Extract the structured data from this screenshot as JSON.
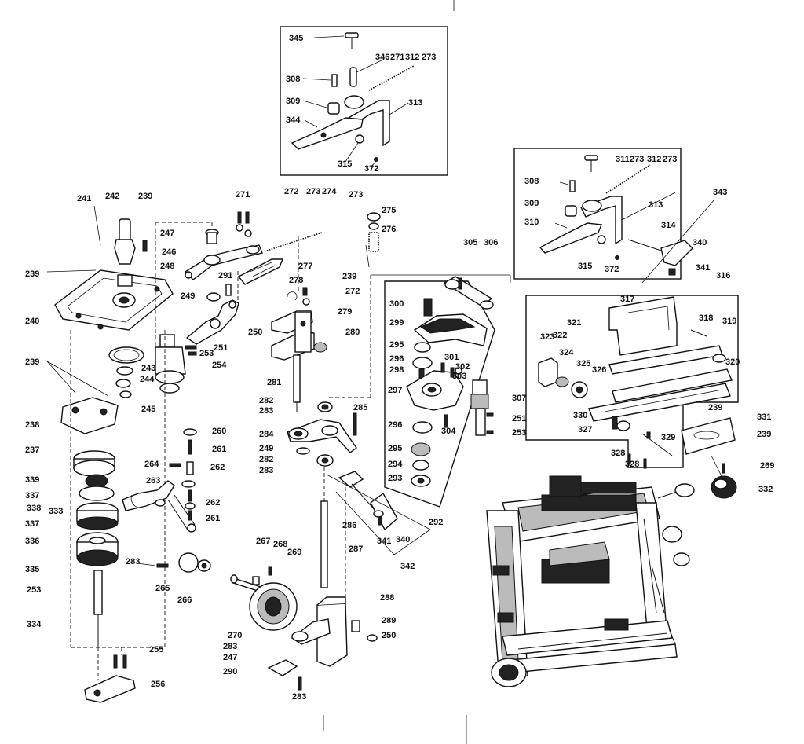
{
  "labels": [
    {
      "id": "l345a",
      "text": "345"
    },
    {
      "id": "l346a",
      "text": "346"
    },
    {
      "id": "l271a",
      "text": "271"
    },
    {
      "id": "l312a",
      "text": "312"
    },
    {
      "id": "l273a",
      "text": "273"
    },
    {
      "id": "l308a",
      "text": "308"
    },
    {
      "id": "l309a",
      "text": "309"
    },
    {
      "id": "l313a",
      "text": "313"
    },
    {
      "id": "l344a",
      "text": "344"
    },
    {
      "id": "l315a",
      "text": "315"
    },
    {
      "id": "l372a",
      "text": "372"
    },
    {
      "id": "l241",
      "text": "241"
    },
    {
      "id": "l242",
      "text": "242"
    },
    {
      "id": "l239a",
      "text": "239"
    },
    {
      "id": "l271b",
      "text": "271"
    },
    {
      "id": "l272a",
      "text": "272"
    },
    {
      "id": "l273b",
      "text": "273"
    },
    {
      "id": "l274",
      "text": "274"
    },
    {
      "id": "l273c",
      "text": "273"
    },
    {
      "id": "l275",
      "text": "275"
    },
    {
      "id": "l276",
      "text": "276"
    },
    {
      "id": "l247a",
      "text": "247"
    },
    {
      "id": "l246",
      "text": "246"
    },
    {
      "id": "l248",
      "text": "248"
    },
    {
      "id": "l277",
      "text": "277"
    },
    {
      "id": "l239b",
      "text": "239"
    },
    {
      "id": "l240",
      "text": "240"
    },
    {
      "id": "l291",
      "text": "291"
    },
    {
      "id": "l278",
      "text": "278"
    },
    {
      "id": "l239c",
      "text": "239"
    },
    {
      "id": "l272b",
      "text": "272"
    },
    {
      "id": "l249a",
      "text": "249"
    },
    {
      "id": "l279",
      "text": "279"
    },
    {
      "id": "l250a",
      "text": "250"
    },
    {
      "id": "l280",
      "text": "280"
    },
    {
      "id": "l251a",
      "text": "251"
    },
    {
      "id": "l253a",
      "text": "253"
    },
    {
      "id": "l254",
      "text": "254"
    },
    {
      "id": "l243",
      "text": "243"
    },
    {
      "id": "l244",
      "text": "244"
    },
    {
      "id": "l245",
      "text": "245"
    },
    {
      "id": "l239d",
      "text": "239"
    },
    {
      "id": "l238",
      "text": "238"
    },
    {
      "id": "l237",
      "text": "237"
    },
    {
      "id": "l339",
      "text": "339"
    },
    {
      "id": "l337a",
      "text": "337"
    },
    {
      "id": "l338",
      "text": "338"
    },
    {
      "id": "l333",
      "text": "333"
    },
    {
      "id": "l337b",
      "text": "337"
    },
    {
      "id": "l336",
      "text": "336"
    },
    {
      "id": "l335",
      "text": "335"
    },
    {
      "id": "l253b",
      "text": "253"
    },
    {
      "id": "l283a",
      "text": "283"
    },
    {
      "id": "l334",
      "text": "334"
    },
    {
      "id": "l255",
      "text": "255"
    },
    {
      "id": "l256",
      "text": "256"
    },
    {
      "id": "l260",
      "text": "260"
    },
    {
      "id": "l261a",
      "text": "261"
    },
    {
      "id": "l262a",
      "text": "262"
    },
    {
      "id": "l264",
      "text": "264"
    },
    {
      "id": "l263",
      "text": "263"
    },
    {
      "id": "l262b",
      "text": "262"
    },
    {
      "id": "l261b",
      "text": "261"
    },
    {
      "id": "l265",
      "text": "265"
    },
    {
      "id": "l266",
      "text": "266"
    },
    {
      "id": "l267",
      "text": "267"
    },
    {
      "id": "l268",
      "text": "268"
    },
    {
      "id": "l269a",
      "text": "269"
    },
    {
      "id": "l270",
      "text": "270"
    },
    {
      "id": "l281",
      "text": "281"
    },
    {
      "id": "l282a",
      "text": "282"
    },
    {
      "id": "l283b",
      "text": "283"
    },
    {
      "id": "l285",
      "text": "285"
    },
    {
      "id": "l284",
      "text": "284"
    },
    {
      "id": "l249b",
      "text": "249"
    },
    {
      "id": "l282b",
      "text": "282"
    },
    {
      "id": "l283c",
      "text": "283"
    },
    {
      "id": "l286",
      "text": "286"
    },
    {
      "id": "l341a",
      "text": "341"
    },
    {
      "id": "l340a",
      "text": "340"
    },
    {
      "id": "l287",
      "text": "287"
    },
    {
      "id": "l342",
      "text": "342"
    },
    {
      "id": "l288",
      "text": "288"
    },
    {
      "id": "l289",
      "text": "289"
    },
    {
      "id": "l250b",
      "text": "250"
    },
    {
      "id": "l283d",
      "text": "283"
    },
    {
      "id": "l247b",
      "text": "247"
    },
    {
      "id": "l290",
      "text": "290"
    },
    {
      "id": "l283e",
      "text": "283"
    },
    {
      "id": "l305",
      "text": "305"
    },
    {
      "id": "l306",
      "text": "306"
    },
    {
      "id": "l300",
      "text": "300"
    },
    {
      "id": "l299",
      "text": "299"
    },
    {
      "id": "l295a",
      "text": "295"
    },
    {
      "id": "l296a",
      "text": "296"
    },
    {
      "id": "l298",
      "text": "298"
    },
    {
      "id": "l301",
      "text": "301"
    },
    {
      "id": "l302",
      "text": "302"
    },
    {
      "id": "l303",
      "text": "303"
    },
    {
      "id": "l297",
      "text": "297"
    },
    {
      "id": "l307",
      "text": "307"
    },
    {
      "id": "l304",
      "text": "304"
    },
    {
      "id": "l251b",
      "text": "251"
    },
    {
      "id": "l253c",
      "text": "253"
    },
    {
      "id": "l296b",
      "text": "296"
    },
    {
      "id": "l295b",
      "text": "295"
    },
    {
      "id": "l294",
      "text": "294"
    },
    {
      "id": "l293",
      "text": "293"
    },
    {
      "id": "l292",
      "text": "292"
    },
    {
      "id": "l311",
      "text": "311"
    },
    {
      "id": "l273d",
      "text": "273"
    },
    {
      "id": "l312b",
      "text": "312"
    },
    {
      "id": "l273e",
      "text": "273"
    },
    {
      "id": "l308b",
      "text": "308"
    },
    {
      "id": "l309b",
      "text": "309"
    },
    {
      "id": "l313b",
      "text": "313"
    },
    {
      "id": "l310",
      "text": "310"
    },
    {
      "id": "l314",
      "text": "314"
    },
    {
      "id": "l343",
      "text": "343"
    },
    {
      "id": "l340b",
      "text": "340"
    },
    {
      "id": "l315b",
      "text": "315"
    },
    {
      "id": "l372b",
      "text": "372"
    },
    {
      "id": "l341b",
      "text": "341"
    },
    {
      "id": "l316",
      "text": "316"
    },
    {
      "id": "l317",
      "text": "317"
    },
    {
      "id": "l318",
      "text": "318"
    },
    {
      "id": "l319",
      "text": "319"
    },
    {
      "id": "l321",
      "text": "321"
    },
    {
      "id": "l323",
      "text": "323"
    },
    {
      "id": "l322",
      "text": "322"
    },
    {
      "id": "l324",
      "text": "324"
    },
    {
      "id": "l325",
      "text": "325"
    },
    {
      "id": "l326",
      "text": "326"
    },
    {
      "id": "l320",
      "text": "320"
    },
    {
      "id": "l330",
      "text": "330"
    },
    {
      "id": "l239e",
      "text": "239"
    },
    {
      "id": "l331",
      "text": "331"
    },
    {
      "id": "l327",
      "text": "327"
    },
    {
      "id": "l329",
      "text": "329"
    },
    {
      "id": "l239f",
      "text": "239"
    },
    {
      "id": "l328a",
      "text": "328"
    },
    {
      "id": "l328b",
      "text": "328"
    },
    {
      "id": "l269b",
      "text": "269"
    },
    {
      "id": "l332",
      "text": "332"
    }
  ]
}
